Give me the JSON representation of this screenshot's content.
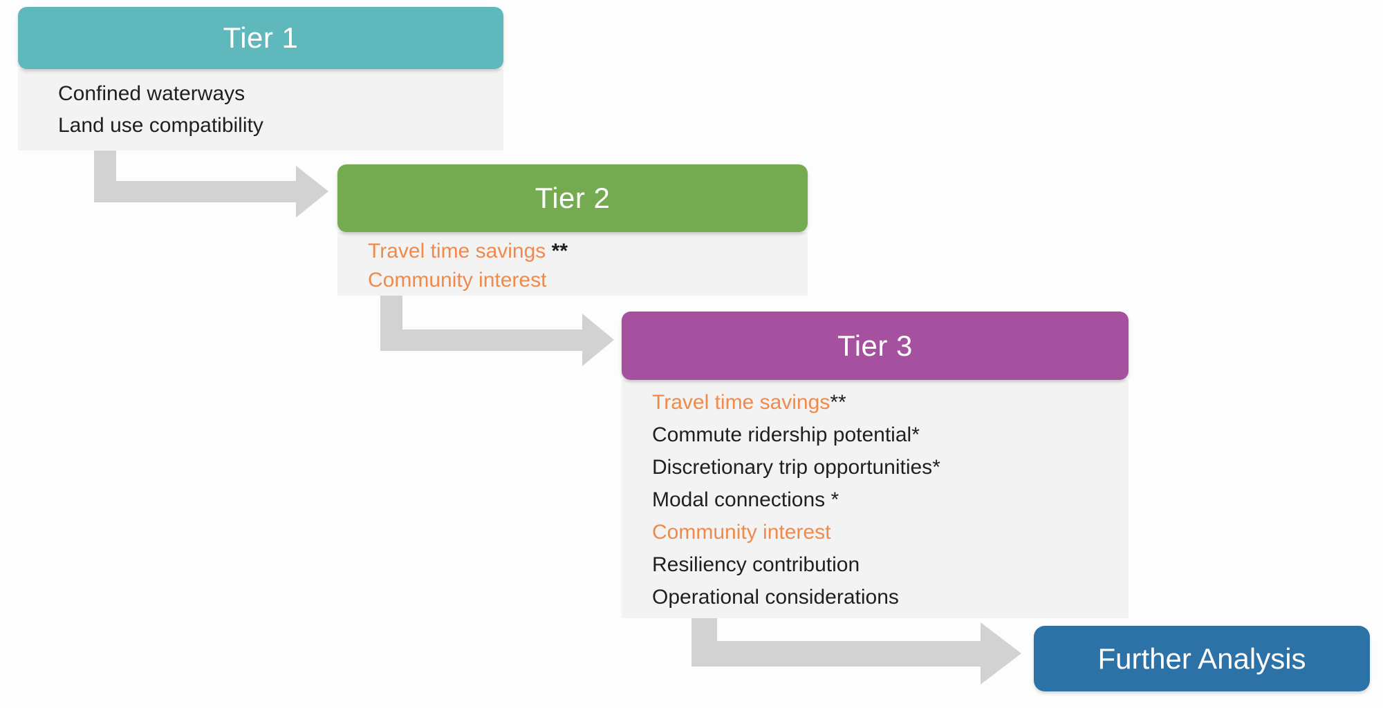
{
  "colors": {
    "teal": "#5fb8bc",
    "green": "#74ab50",
    "purple": "#a5519f",
    "blue": "#2d72a6",
    "orange": "#f08a4b",
    "arrow": "#d2d2d2",
    "panel": "#f3f3f3",
    "header_text": "#ffffff",
    "text": "#1f1f1f"
  },
  "tiers": [
    {
      "title": "Tier 1",
      "items": [
        {
          "text": "Confined waterways",
          "suffix": "",
          "highlight": false
        },
        {
          "text": "Land use compatibility",
          "suffix": "",
          "highlight": false
        }
      ]
    },
    {
      "title": "Tier 2",
      "items": [
        {
          "text": "Travel time savings",
          "suffix": " **",
          "highlight": true
        },
        {
          "text": "Community interest",
          "suffix": "",
          "highlight": true
        }
      ]
    },
    {
      "title": "Tier 3",
      "items": [
        {
          "text": "Travel time savings",
          "suffix": "**",
          "highlight": true
        },
        {
          "text": "Commute ridership potential",
          "suffix": "*",
          "highlight": false
        },
        {
          "text": "Discretionary trip opportunities",
          "suffix": "*",
          "highlight": false
        },
        {
          "text": "Modal connections",
          "suffix": " *",
          "highlight": false
        },
        {
          "text": "Community interest",
          "suffix": "",
          "highlight": true
        },
        {
          "text": "Resiliency contribution",
          "suffix": "",
          "highlight": false
        },
        {
          "text": "Operational considerations",
          "suffix": "",
          "highlight": false
        }
      ]
    }
  ],
  "final": {
    "label": "Further Analysis"
  }
}
